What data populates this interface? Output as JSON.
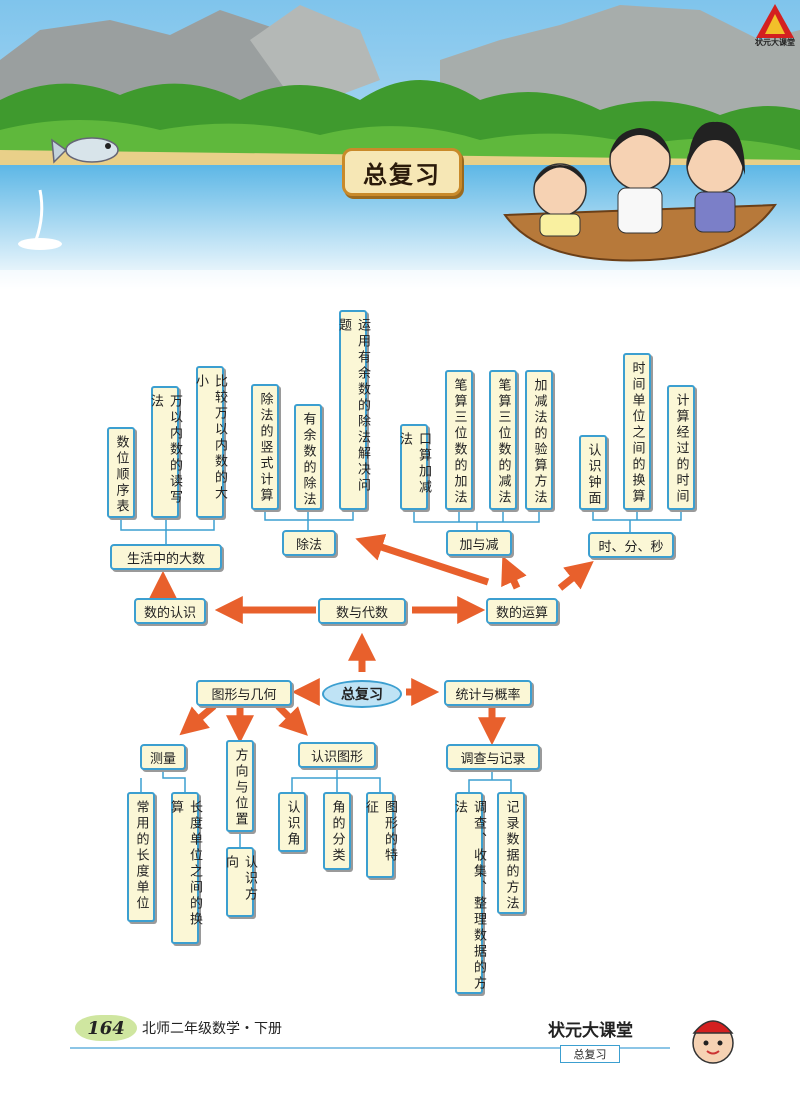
{
  "title": "总复习",
  "logo_text": "状元大课堂",
  "center": "总复习",
  "algebra": {
    "root": "数与代数",
    "recognition": {
      "label": "数的认识",
      "sub": "生活中的大数",
      "items": [
        "数位顺序表",
        "万以内数的读写法",
        "比较万以内数的大小"
      ]
    },
    "operations": {
      "label": "数的运算",
      "division": {
        "label": "除法",
        "items": [
          "除法的竖式计算",
          "有余数的除法",
          "运用有余数的除法解决问题"
        ]
      },
      "addsub": {
        "label": "加与减",
        "items": [
          "口算加减法",
          "笔算三位数的加法",
          "笔算三位数的减法",
          "加减法的验算方法"
        ]
      },
      "time": {
        "label": "时、分、秒",
        "items": [
          "认识钟面",
          "时间单位之间的换算",
          "计算经过的时间"
        ]
      }
    }
  },
  "geometry": {
    "root": "图形与几何",
    "measure": {
      "label": "测量",
      "items": [
        "常用的长度单位",
        "长度单位之间的换算"
      ]
    },
    "direction": {
      "label": "方向与位置",
      "items": [
        "认识方向"
      ]
    },
    "shapes": {
      "label": "认识图形",
      "items": [
        "认识角",
        "角的分类",
        "图形的特征"
      ]
    }
  },
  "statistics": {
    "root": "统计与概率",
    "survey": {
      "label": "调查与记录",
      "items": [
        "调查、收集、整理数据的方法",
        "记录数据的方法"
      ]
    }
  },
  "footer": {
    "page_number": "164",
    "book_title": "北师二年级数学・下册",
    "brand": "状元大课堂",
    "section": "总复习"
  }
}
